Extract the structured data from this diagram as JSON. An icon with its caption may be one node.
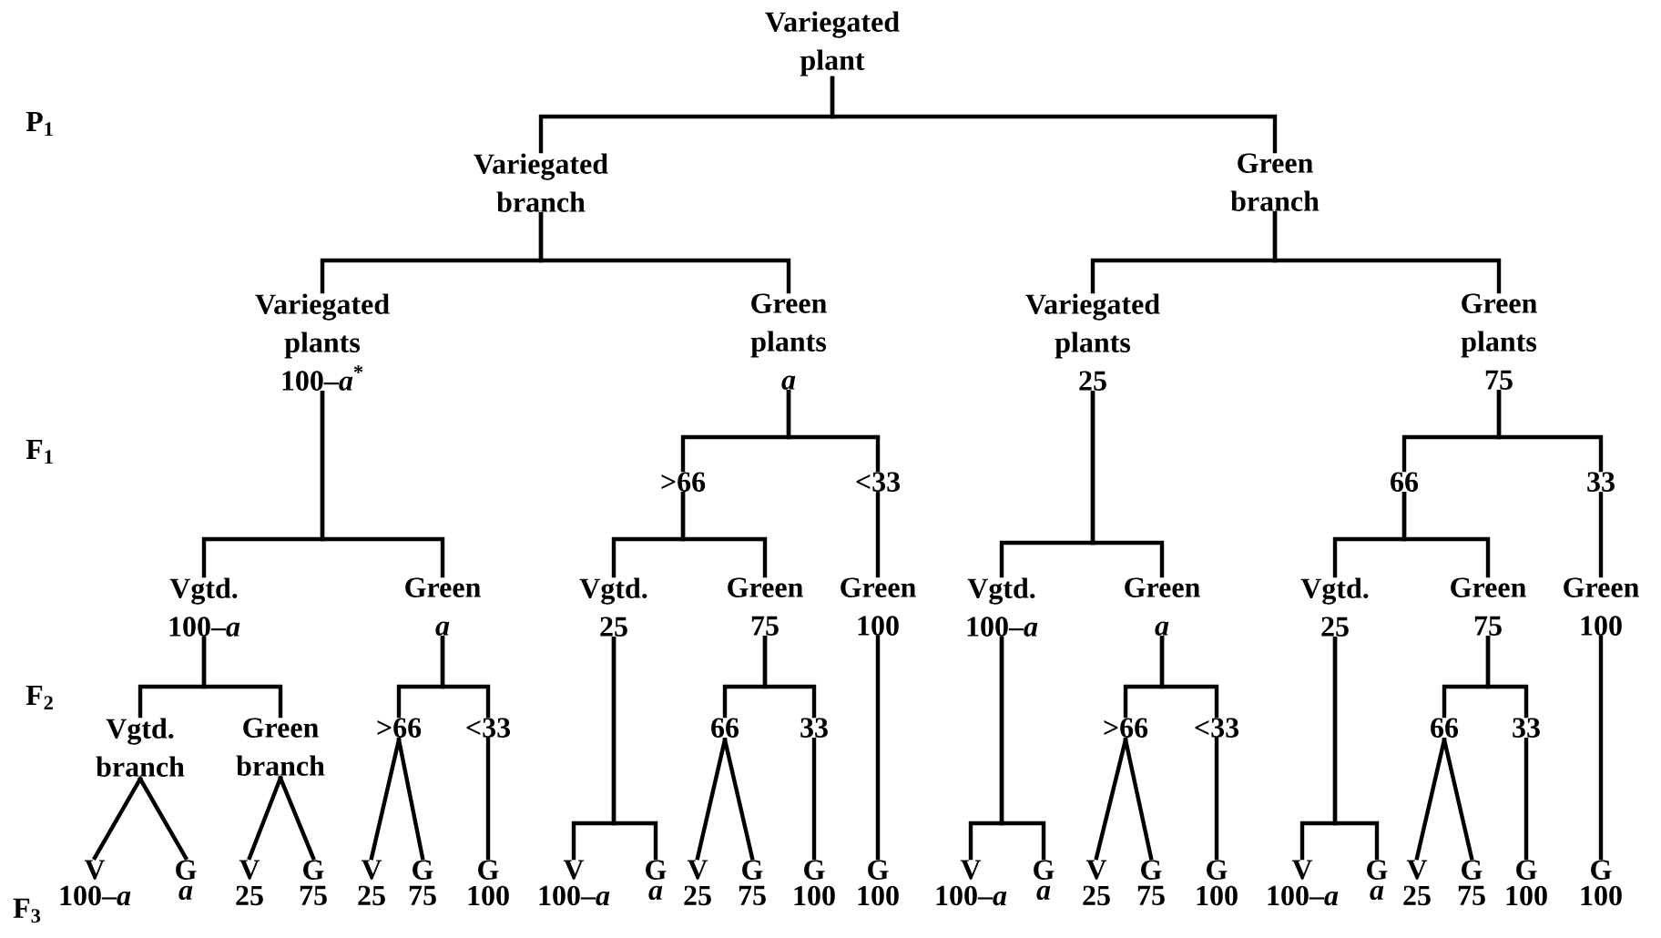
{
  "diagram": {
    "nodes": [
      {
        "text": [
          "Variegated plant"
        ]
      },
      {
        "text": [
          "Variegated branch"
        ]
      },
      {
        "text": [
          "Green branch"
        ]
      },
      {
        "text": [
          "Variegated plants",
          "100–*a*$^{*}$"
        ]
      },
      {
        "text": [
          "Green plants",
          "*a*"
        ]
      },
      {
        "text": [
          "Variegated plants",
          "25"
        ]
      },
      {
        "text": [
          "Green plants",
          "75"
        ]
      },
      {
        "text": [
          ">66"
        ]
      },
      {
        "text": [
          "<33"
        ]
      },
      {
        "text": [
          "66"
        ]
      },
      {
        "text": [
          "33"
        ]
      },
      {
        "text": [
          "Vgtd.",
          "100–*a*"
        ]
      },
      {
        "text": [
          "Green",
          "*a*"
        ]
      },
      {
        "text": [
          "Vgtd.",
          "25"
        ]
      },
      {
        "text": [
          "Green",
          "75"
        ]
      },
      {
        "text": [
          "Green",
          "100"
        ]
      },
      {
        "text": [
          "Vgtd.",
          "100–*a*"
        ]
      },
      {
        "text": [
          "Green",
          "*a*"
        ]
      },
      {
        "text": [
          "Vgtd.",
          "25"
        ]
      },
      {
        "text": [
          "Green",
          "75"
        ]
      },
      {
        "text": [
          "Green",
          "100"
        ]
      },
      {
        "text": [
          "Vgtd. branch"
        ]
      },
      {
        "text": [
          "Green branch"
        ]
      },
      {
        "text": [
          ">66"
        ]
      },
      {
        "text": [
          "<33"
        ]
      },
      {
        "text": [
          "66"
        ]
      },
      {
        "text": [
          "33"
        ]
      },
      {
        "text": [
          ">66"
        ]
      },
      {
        "text": [
          "<33"
        ]
      },
      {
        "text": [
          "66"
        ]
      },
      {
        "text": [
          "33"
        ]
      },
      {
        "text": [
          "V"
        ],
        "beside": [
          "100–*a*"
        ]
      },
      {
        "text": [
          "G"
        ],
        "beside": [
          "*a*"
        ]
      },
      {
        "text": [
          "V"
        ],
        "beside": [
          "25"
        ]
      },
      {
        "text": [
          "G"
        ],
        "beside": [
          "75"
        ]
      },
      {
        "text": [
          "V"
        ],
        "beside": [
          "25"
        ]
      },
      {
        "text": [
          "G"
        ],
        "beside": [
          "75"
        ]
      },
      {
        "text": [
          "G"
        ],
        "beside": [
          "100"
        ]
      },
      {
        "text": [
          "V"
        ],
        "beside": [
          "100–*a*"
        ]
      },
      {
        "text": [
          "G"
        ],
        "beside": [
          "*a*"
        ]
      },
      {
        "text": [
          "V"
        ],
        "beside": [
          "25"
        ]
      },
      {
        "text": [
          "G"
        ],
        "beside": [
          "75"
        ]
      },
      {
        "text": [
          "G"
        ],
        "beside": [
          "100"
        ]
      },
      {
        "text": [
          "G"
        ],
        "beside": [
          "100"
        ]
      },
      {
        "text": [
          "V"
        ],
        "beside": [
          "100–*a*"
        ]
      },
      {
        "text": [
          "G"
        ],
        "beside": [
          "*a*"
        ]
      },
      {
        "text": [
          "V"
        ],
        "beside": [
          "25"
        ]
      },
      {
        "text": [
          "G"
        ],
        "beside": [
          "75"
        ]
      },
      {
        "text": [
          "G"
        ],
        "beside": [
          "100"
        ]
      },
      {
        "text": [
          "V"
        ],
        "beside": [
          "100–*a*"
        ]
      },
      {
        "text": [
          "G"
        ],
        "beside": [
          "*a*"
        ]
      },
      {
        "text": [
          "V"
        ],
        "beside": [
          "25"
        ]
      },
      {
        "text": [
          "G"
        ],
        "beside": [
          "75"
        ]
      },
      {
        "text": [
          "G"
        ],
        "beside": [
          "100"
        ]
      },
      {
        "text": [
          "G"
        ],
        "beside": [
          "100"
        ]
      }
    ],
    "edges": [
      {
        "from": 0,
        "to": 1,
        "arrow": "none"
      },
      {
        "from": 0,
        "to": 2,
        "arrow": "none"
      },
      {
        "from": 1,
        "to": 3,
        "arrow": "none"
      },
      {
        "from": 1,
        "to": 4,
        "arrow": "none"
      },
      {
        "from": 2,
        "to": 5,
        "arrow": "none"
      },
      {
        "from": 2,
        "to": 6,
        "arrow": "none"
      },
      {
        "from": 4,
        "to": 7,
        "arrow": "none"
      },
      {
        "from": 4,
        "to": 8,
        "arrow": "none"
      },
      {
        "from": 6,
        "to": 9,
        "arrow": "none"
      },
      {
        "from": 6,
        "to": 10,
        "arrow": "none"
      },
      {
        "from": 3,
        "to": 11,
        "arrow": "none"
      },
      {
        "from": 3,
        "to": 12,
        "arrow": "none"
      },
      {
        "from": 7,
        "to": 13,
        "arrow": "none"
      },
      {
        "from": 7,
        "to": 14,
        "arrow": "none"
      },
      {
        "from": 8,
        "to": 15,
        "arrow": "none"
      },
      {
        "from": 5,
        "to": 16,
        "arrow": "none"
      },
      {
        "from": 5,
        "to": 17,
        "arrow": "none"
      },
      {
        "from": 9,
        "to": 18,
        "arrow": "none"
      },
      {
        "from": 9,
        "to": 19,
        "arrow": "none"
      },
      {
        "from": 10,
        "to": 20,
        "arrow": "none"
      },
      {
        "from": 11,
        "to": 21,
        "arrow": "none"
      },
      {
        "from": 11,
        "to": 22,
        "arrow": "none"
      },
      {
        "from": 12,
        "to": 23,
        "arrow": "none"
      },
      {
        "from": 12,
        "to": 24,
        "arrow": "none"
      },
      {
        "from": 14,
        "to": 25,
        "arrow": "none"
      },
      {
        "from": 14,
        "to": 26,
        "arrow": "none"
      },
      {
        "from": 17,
        "to": 27,
        "arrow": "none"
      },
      {
        "from": 17,
        "to": 28,
        "arrow": "none"
      },
      {
        "from": 19,
        "to": 29,
        "arrow": "none"
      },
      {
        "from": 19,
        "to": 30,
        "arrow": "none"
      },
      {
        "from": 21,
        "to": 31,
        "arrow": "none"
      },
      {
        "from": 21,
        "to": 32,
        "arrow": "none"
      },
      {
        "from": 22,
        "to": 33,
        "arrow": "none"
      },
      {
        "from": 22,
        "to": 34,
        "arrow": "none"
      },
      {
        "from": 23,
        "to": 35,
        "arrow": "none"
      },
      {
        "from": 23,
        "to": 36,
        "arrow": "none"
      },
      {
        "from": 24,
        "to": 37,
        "arrow": "none"
      },
      {
        "from": 13,
        "to": 38,
        "arrow": "none"
      },
      {
        "from": 13,
        "to": 39,
        "arrow": "none"
      },
      {
        "from": 25,
        "to": 40,
        "arrow": "none"
      },
      {
        "from": 25,
        "to": 41,
        "arrow": "none"
      },
      {
        "from": 26,
        "to": 42,
        "arrow": "none"
      },
      {
        "from": 15,
        "to": 43,
        "arrow": "none"
      },
      {
        "from": 16,
        "to": 44,
        "arrow": "none"
      },
      {
        "from": 16,
        "to": 45,
        "arrow": "none"
      },
      {
        "from": 27,
        "to": 46,
        "arrow": "none"
      },
      {
        "from": 27,
        "to": 47,
        "arrow": "none"
      },
      {
        "from": 28,
        "to": 48,
        "arrow": "none"
      },
      {
        "from": 18,
        "to": 49,
        "arrow": "none"
      },
      {
        "from": 18,
        "to": 50,
        "arrow": "none"
      },
      {
        "from": 29,
        "to": 51,
        "arrow": "none"
      },
      {
        "from": 29,
        "to": 52,
        "arrow": "none"
      },
      {
        "from": 30,
        "to": 53,
        "arrow": "none"
      },
      {
        "from": 20,
        "to": 54,
        "arrow": "none"
      }
    ],
    "labels": [
      "P$_{1}$",
      "F$_{1}$",
      "F$_{2}$",
      "F$_{3}$"
    ]
  }
}
